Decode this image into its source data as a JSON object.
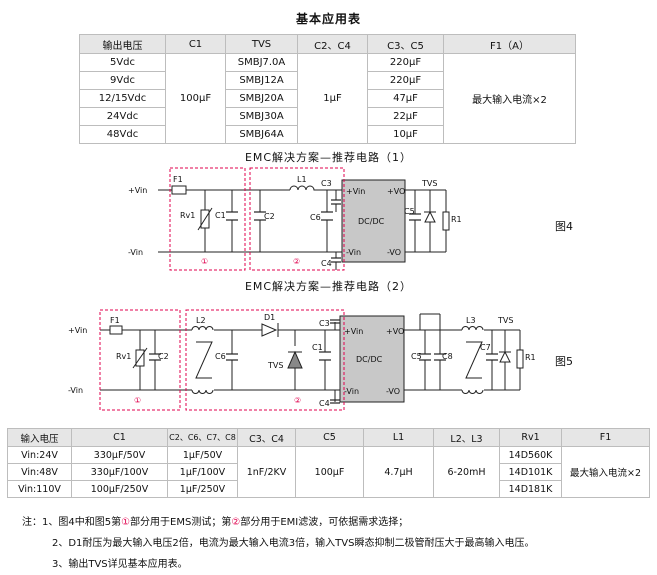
{
  "table1": {
    "title": "基本应用表",
    "headers": [
      "输出电压",
      "C1",
      "TVS",
      "C2、C4",
      "C3、C5",
      "F1（A）"
    ],
    "rows": [
      {
        "vout": "5Vdc",
        "tvs": "SMBJ7.0A",
        "c35": "220μF"
      },
      {
        "vout": "9Vdc",
        "tvs": "SMBJ12A",
        "c35": "220μF"
      },
      {
        "vout": "12/15Vdc",
        "tvs": "SMBJ20A",
        "c35": "47μF"
      },
      {
        "vout": "24Vdc",
        "tvs": "SMBJ30A",
        "c35": "22μF"
      },
      {
        "vout": "48Vdc",
        "tvs": "SMBJ64A",
        "c35": "10μF"
      }
    ],
    "c1": "100μF",
    "c24": "1μF",
    "f1": "最大输入电流×2"
  },
  "circuit1": {
    "title": "EMC解决方案—推荐电路（1）",
    "figure_label": "图4",
    "labels": {
      "vin_pos": "+Vin",
      "vin_neg": "-Vin",
      "f1": "F1",
      "rv1": "Rv1",
      "c1": "C1",
      "c2": "C2",
      "l1": "L1",
      "c6": "C6",
      "c3": "C3",
      "c4": "C4",
      "pin_vin_pos": "+Vin",
      "pin_vo_pos": "+VO",
      "pin_vin_neg": "-Vin",
      "pin_vo_neg": "-VO",
      "module": "DC/DC",
      "c5": "C5",
      "tvs": "TVS",
      "r1": "R1",
      "zone1": "①",
      "zone2": "②"
    }
  },
  "circuit2": {
    "title": "EMC解决方案—推荐电路（2）",
    "figure_label": "图5",
    "labels": {
      "vin_pos": "+Vin",
      "vin_neg": "-Vin",
      "f1": "F1",
      "rv1": "Rv1",
      "c2": "C2",
      "l2": "L2",
      "c6": "C6",
      "d1": "D1",
      "tvs": "TVS",
      "c1": "C1",
      "c3": "C3",
      "c4": "C4",
      "pin_vin_pos": "+Vin",
      "pin_vo_pos": "+VO",
      "pin_vin_neg": "-Vin",
      "pin_vo_neg": "-VO",
      "module": "DC/DC",
      "c5": "C5",
      "c8": "C8",
      "l3": "L3",
      "c7": "C7",
      "tvs_out": "TVS",
      "r1": "R1",
      "zone1": "①",
      "zone2": "②"
    }
  },
  "table2": {
    "headers": [
      "输入电压",
      "C1",
      "C2、C6、C7、C8",
      "C3、C4",
      "C5",
      "L1",
      "L2、L3",
      "Rv1",
      "F1"
    ],
    "rows": [
      {
        "vin": "Vin:24V",
        "c1": "330μF/50V",
        "c2": "1μF/50V",
        "rv1": "14D560K"
      },
      {
        "vin": "Vin:48V",
        "c1": "330μF/100V",
        "c2": "1μF/100V",
        "rv1": "14D101K"
      },
      {
        "vin": "Vin:110V",
        "c1": "100μF/250V",
        "c2": "1μF/250V",
        "rv1": "14D181K"
      }
    ],
    "c34": "1nF/2KV",
    "c5": "100μF",
    "l1": "4.7μH",
    "l23": "6-20mH",
    "f1": "最大输入电流×2"
  },
  "notes": {
    "n1_a": "注：1、图4中和图5第",
    "n1_c1": "①",
    "n1_b": "部分用于EMS测试；第",
    "n1_c2": "②",
    "n1_c": "部分用于EMI滤波，可依据需求选择；",
    "n2": "2、D1耐压为最大输入电压2倍，电流为最大输入电流3倍，输入TVS瞬态抑制二极管耐压大于最高输入电压。",
    "n3": "3、输出TVS详见基本应用表。"
  }
}
